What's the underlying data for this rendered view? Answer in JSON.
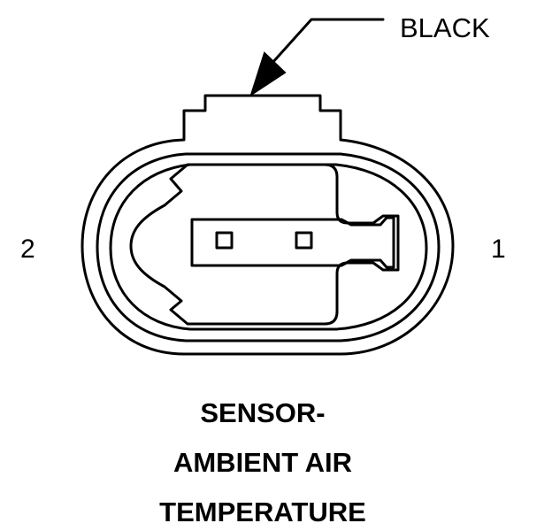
{
  "callout": {
    "label": "BLACK"
  },
  "pins": {
    "left": "2",
    "right": "1"
  },
  "title": {
    "lines": [
      "SENSOR-",
      "AMBIENT AIR",
      "TEMPERATURE"
    ]
  },
  "colors": {
    "ink": "#000000",
    "background": "#ffffff"
  }
}
